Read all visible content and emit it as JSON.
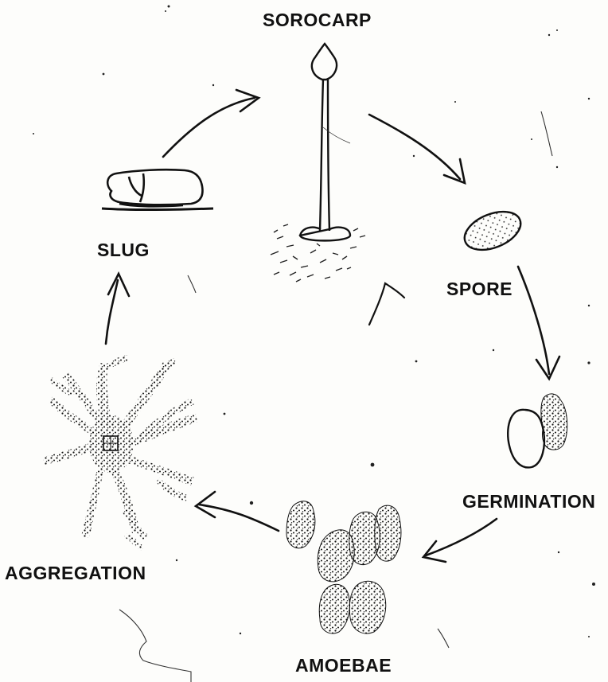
{
  "stages": {
    "sorocarp": "SOROCARP",
    "spore": "SPORE",
    "germination": "GERMINATION",
    "amoebae": "AMOEBAE",
    "aggregation": "AGGREGATION",
    "slug": "SLUG"
  },
  "colors": {
    "ink": "#111111",
    "paper": "#fdfdfb"
  }
}
